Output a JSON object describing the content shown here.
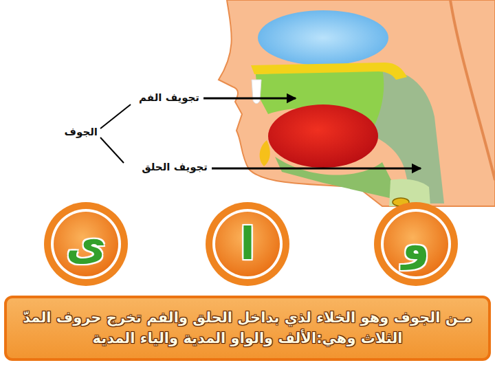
{
  "diagram": {
    "nodes": [
      {
        "text": [
          "و"
        ]
      },
      {
        "text": [
          "ا"
        ]
      },
      {
        "text": [
          "ى"
        ]
      },
      {
        "text": [
          "مـن الجوف وهو الخلاء لذي بداخل الحلق والفم تخرج حروف المدّ الثلاث وهي:الألف والواو المدية والياء المدية"
        ]
      }
    ],
    "labels": [
      "تجويف الفم",
      "الجوف",
      "تجويف الحلق"
    ]
  }
}
